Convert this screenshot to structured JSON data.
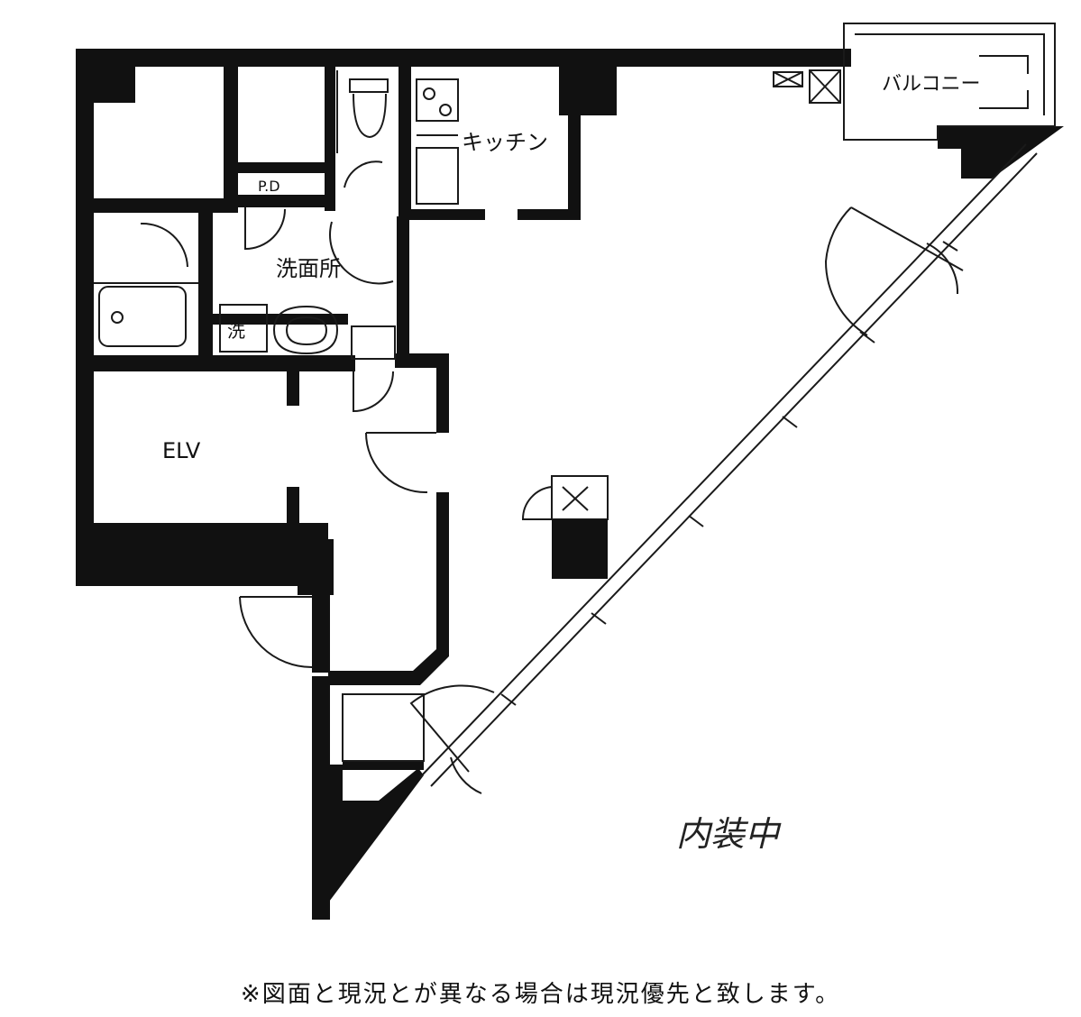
{
  "labels": {
    "balcony": "バルコニー",
    "kitchen": "キッチン",
    "pipe_shaft": "P.D",
    "washroom": "洗面所",
    "laundry": "洗",
    "elevator": "ELV",
    "handwritten_note": "内装中"
  },
  "disclaimer": "※図面と現況とが異なる場合は現況優先と致します。",
  "colors": {
    "wall": "#111111",
    "line": "#1a1a1a",
    "background": "#ffffff"
  }
}
